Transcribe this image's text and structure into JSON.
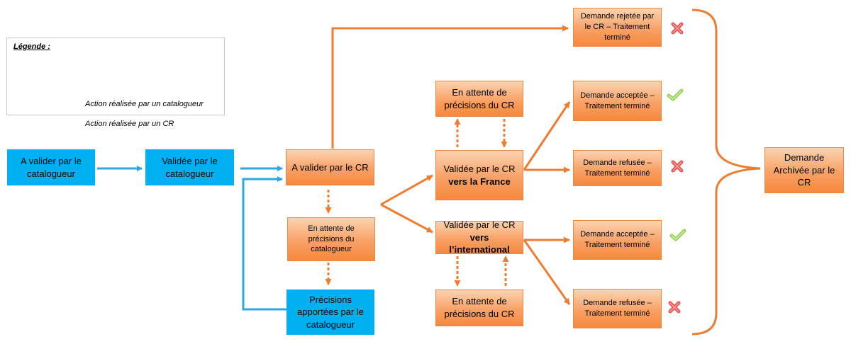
{
  "colors": {
    "catalogueur_action": "#28aae1",
    "cr_action": "#ed7d31",
    "blue_box": "#00b0f0",
    "orange_box": "#f8a166",
    "accepted_mark": "#92d050",
    "rejected_mark": "#e8524f"
  },
  "legend": {
    "title": "Légende :",
    "catalogueur": "Action réalisée par un catalogueur",
    "cr": "Action réalisée par un CR"
  },
  "nodes": {
    "a_valider_catalogueur": "A valider par le catalogueur",
    "validee_catalogueur": "Validée par le catalogueur",
    "a_valider_cr": "A valider par le CR",
    "attente_catalogueur": "En attente de précisions du catalogueur",
    "precisions_apportees": "Précisions apportées par le catalogueur",
    "attente_cr_top": "En attente de précisions du CR",
    "validee_france_prefix": "Validée par le CR ",
    "validee_france_bold": "vers la France",
    "validee_intl_prefix": "Validée par le CR ",
    "validee_intl_bold": "vers l’international",
    "attente_cr_bottom": "En attente de précisions du CR",
    "rejetee_cr": "Demande rejetée par le CR – Traitement terminé",
    "acceptee_france": "Demande acceptée – Traitement terminé",
    "refusee_france": "Demande refusée – Traitement terminé",
    "acceptee_intl": "Demande acceptée – Traitement terminé",
    "refusee_intl": "Demande refusée – Traitement terminé",
    "archivee": "Demande Archivée par le CR"
  },
  "status_icons": {
    "rejetee_cr": "cross-icon",
    "acceptee_france": "check-icon",
    "refusee_france": "cross-icon",
    "acceptee_intl": "check-icon",
    "refusee_intl": "cross-icon"
  }
}
